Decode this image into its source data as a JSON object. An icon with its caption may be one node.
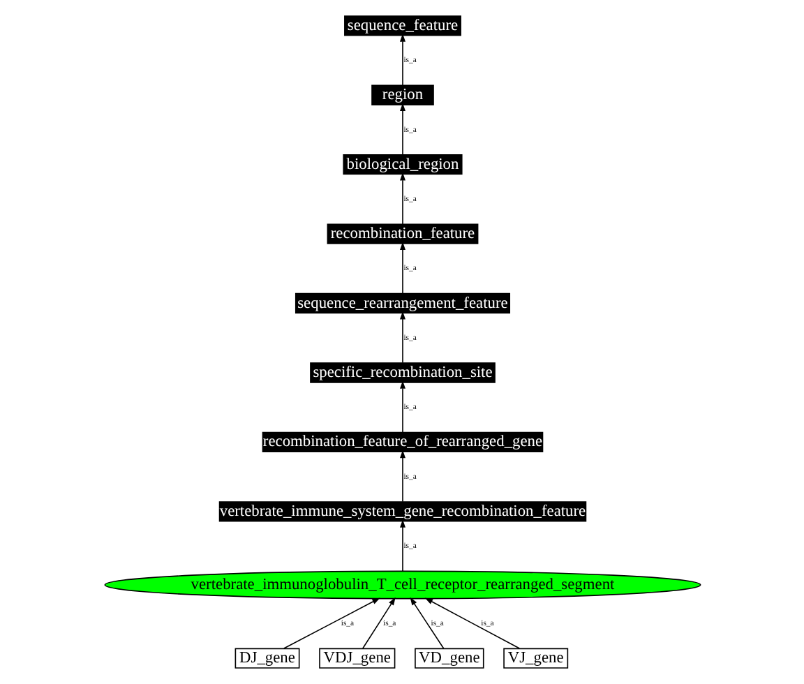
{
  "diagram": {
    "nodes": [
      {
        "text": [
          "sequence_feature"
        ]
      },
      {
        "text": [
          "region"
        ]
      },
      {
        "text": [
          "biological_region"
        ]
      },
      {
        "text": [
          "recombination_feature"
        ]
      },
      {
        "text": [
          "sequence_rearrangement_feature"
        ]
      },
      {
        "text": [
          "specific_recombination_site"
        ]
      },
      {
        "text": [
          "recombination_feature_of_rearranged_gene"
        ]
      },
      {
        "text": [
          "vertebrate_immune_system_gene_recombination_feature"
        ]
      },
      {
        "text": [
          "vertebrate_immunoglobulin_T_cell_receptor_rearranged_segment"
        ]
      },
      {
        "text": [
          "DJ_gene"
        ]
      },
      {
        "text": [
          "VDJ_gene"
        ]
      },
      {
        "text": [
          "VD_gene"
        ]
      },
      {
        "text": [
          "VJ_gene"
        ]
      }
    ],
    "edges": [
      {
        "from": 1,
        "to": 0,
        "arrow": "to",
        "label": "is_a"
      },
      {
        "from": 2,
        "to": 1,
        "arrow": "to",
        "label": "is_a"
      },
      {
        "from": 3,
        "to": 2,
        "arrow": "to",
        "label": "is_a"
      },
      {
        "from": 4,
        "to": 3,
        "arrow": "to",
        "label": "is_a"
      },
      {
        "from": 5,
        "to": 4,
        "arrow": "to",
        "label": "is_a"
      },
      {
        "from": 6,
        "to": 5,
        "arrow": "to",
        "label": "is_a"
      },
      {
        "from": 7,
        "to": 6,
        "arrow": "to",
        "label": "is_a"
      },
      {
        "from": 8,
        "to": 7,
        "arrow": "to",
        "label": "is_a"
      },
      {
        "from": 9,
        "to": 8,
        "arrow": "to",
        "label": "is_a"
      },
      {
        "from": 10,
        "to": 8,
        "arrow": "to",
        "label": "is_a"
      },
      {
        "from": 11,
        "to": 8,
        "arrow": "to",
        "label": "is_a"
      },
      {
        "from": 12,
        "to": 8,
        "arrow": "to",
        "label": "is_a"
      }
    ]
  }
}
